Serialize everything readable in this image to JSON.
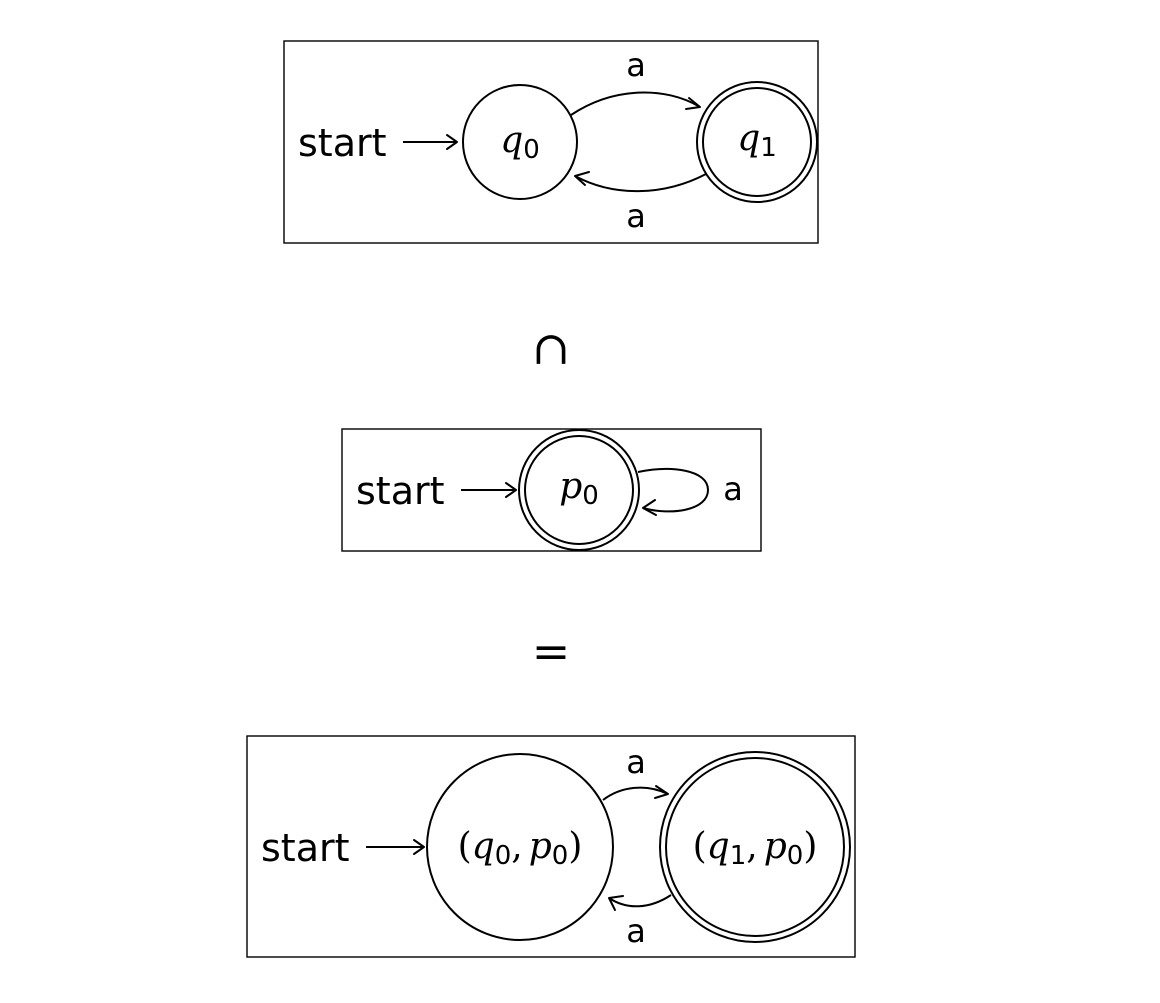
{
  "diagrams": {
    "a": {
      "start_label": "start",
      "q0": {
        "base": "q",
        "sub": "0"
      },
      "q1": {
        "base": "q",
        "sub": "1"
      },
      "edge_top_label": "a",
      "edge_bottom_label": "a"
    },
    "b": {
      "start_label": "start",
      "p0": {
        "base": "p",
        "sub": "0"
      },
      "loop_label": "a"
    },
    "c": {
      "start_label": "start",
      "s0": {
        "open": "(",
        "b1": "q",
        "s1": "0",
        "comma": ",",
        "b2": "p",
        "s2": "0",
        "close": ")"
      },
      "s1": {
        "open": "(",
        "b1": "q",
        "s1": "1",
        "comma": ",",
        "b2": "p",
        "s2": "0",
        "close": ")"
      },
      "edge_top_label": "a",
      "edge_bottom_label": "a"
    }
  },
  "operators": {
    "intersection": "∩",
    "equals": "="
  }
}
